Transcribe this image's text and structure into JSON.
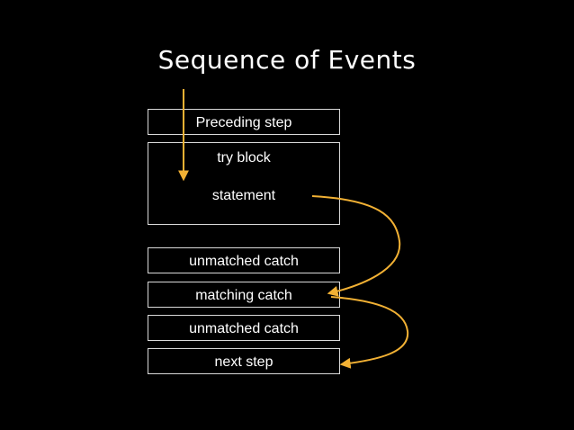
{
  "title": "Sequence of Events",
  "boxes": {
    "preceding": "Preceding step",
    "try_label": "try block",
    "statement": "statement",
    "unmatched_1": "unmatched catch",
    "matching": "matching catch",
    "unmatched_2": "unmatched catch",
    "next": "next step"
  },
  "colors": {
    "background": "#000000",
    "text": "#ffffff",
    "box_border": "#d9d9d9",
    "arrow": "#f2b134"
  }
}
